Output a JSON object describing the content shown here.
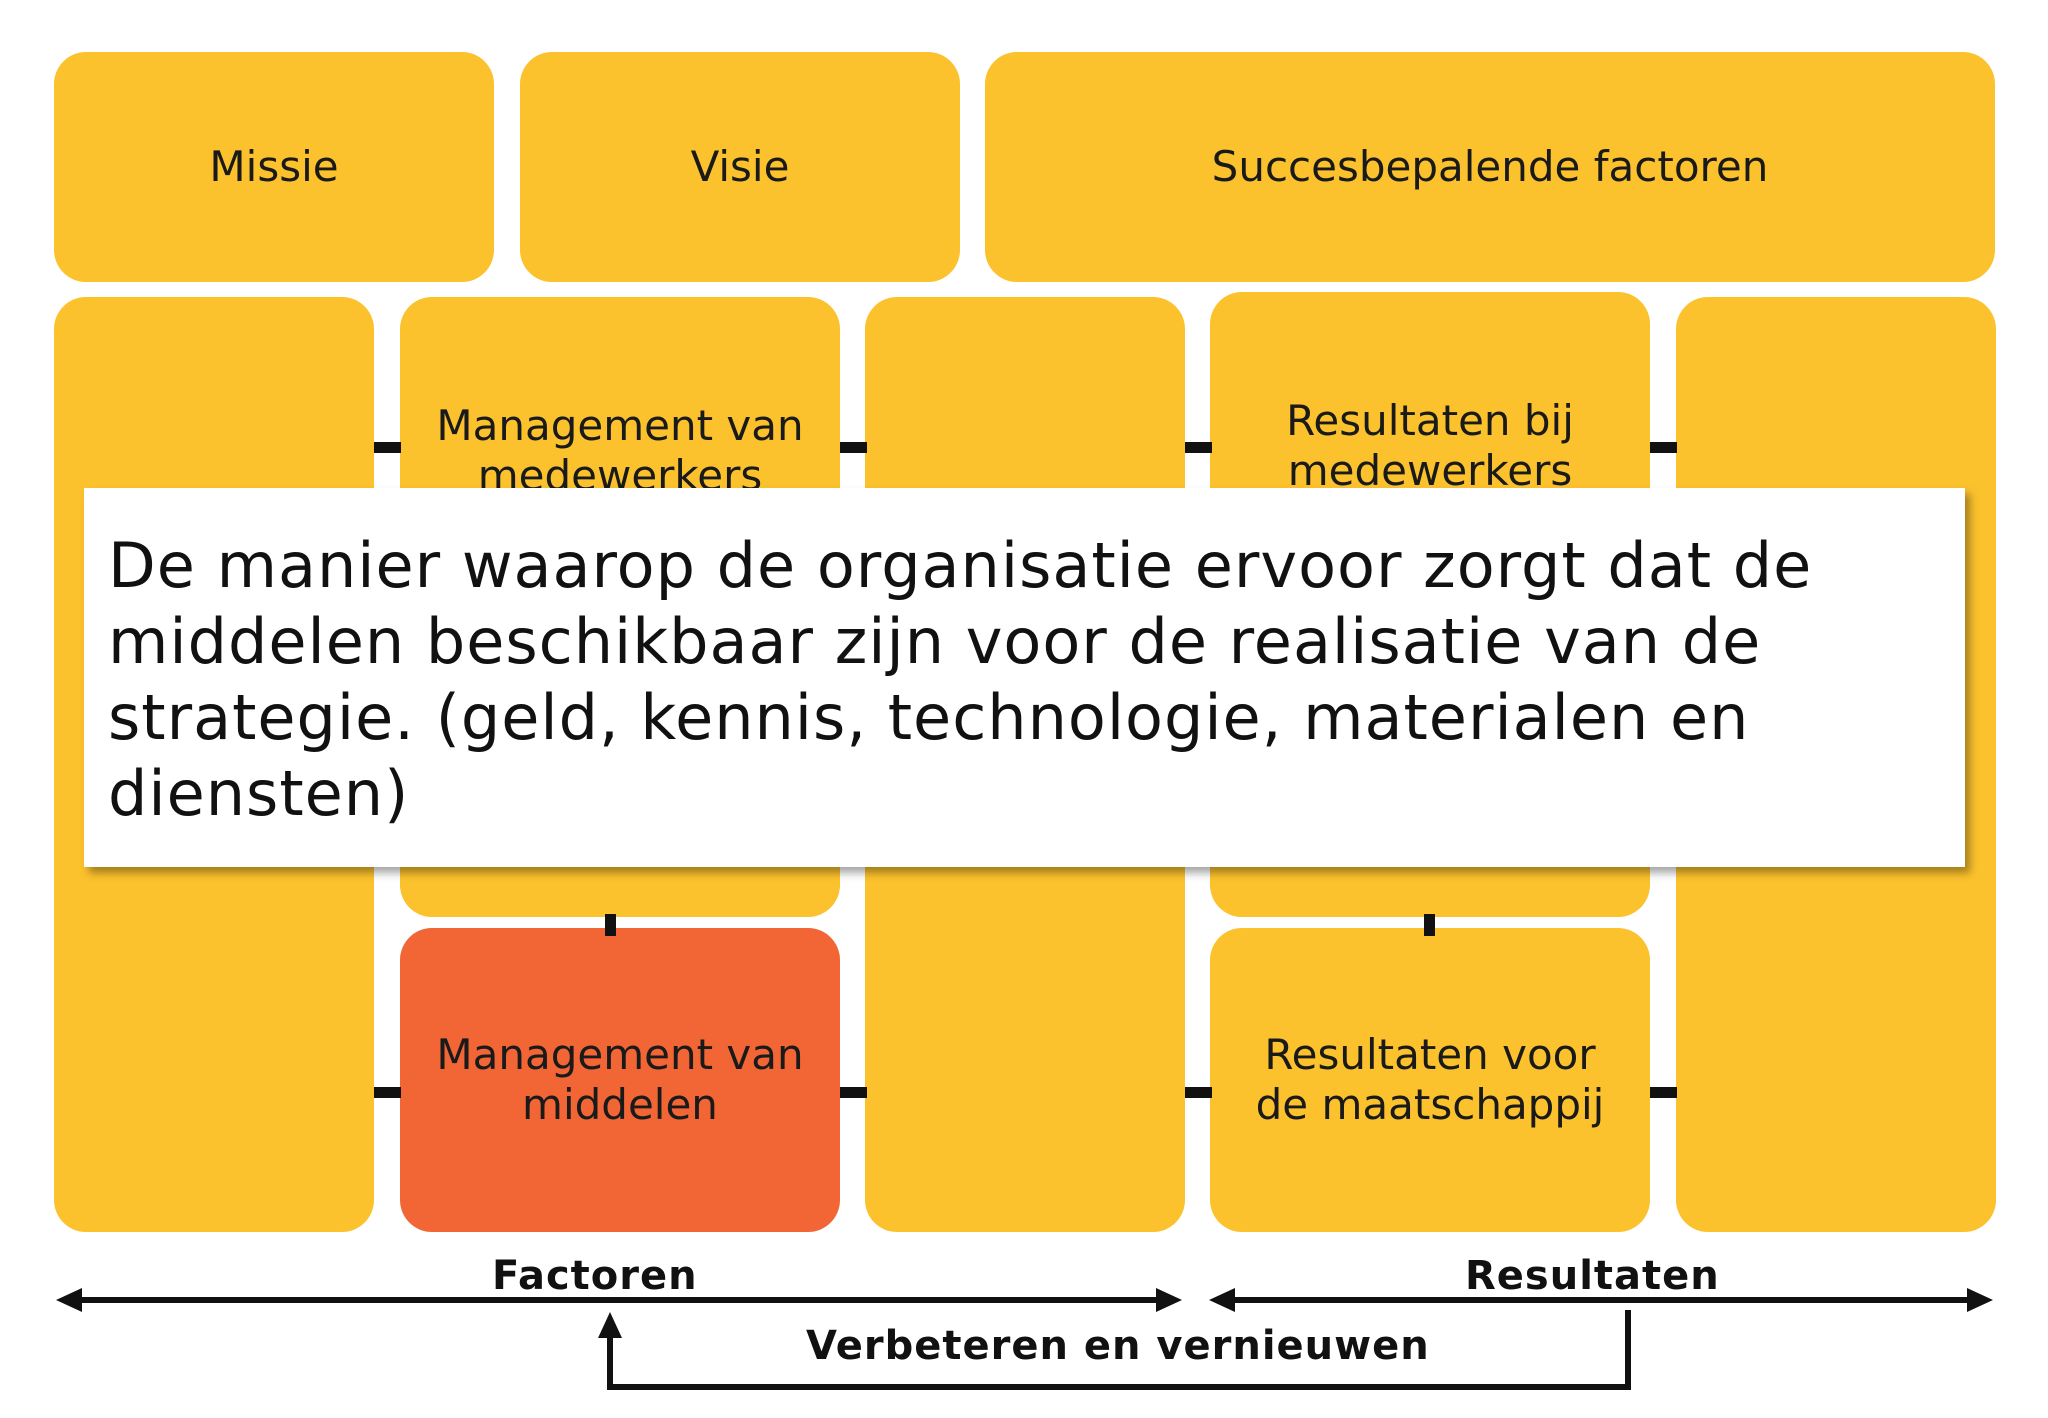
{
  "top_row": {
    "missie": "Missie",
    "visie": "Visie",
    "succesbepalende": "Succesbepalende factoren"
  },
  "factoren": {
    "management_medewerkers": [
      "Management van",
      "medewerkers"
    ],
    "management_middelen": [
      "Management van",
      "middelen"
    ]
  },
  "resultaten": {
    "resultaten_medewerkers": [
      "Resultaten bij",
      "medewerkers"
    ],
    "resultaten_maatschappij": [
      "Resultaten voor",
      "de maatschappij"
    ]
  },
  "overlay": {
    "text": "De manier waarop de organisatie ervoor zorgt dat de middelen beschikbaar zijn voor de realisatie van de strategie. (geld, kennis, technologie, materialen en diensten)"
  },
  "bottom": {
    "factoren_label": "Factoren",
    "resultaten_label": "Resultaten",
    "feedback_label": "Verbeteren en vernieuwen"
  },
  "colors": {
    "box": "#fcc22d",
    "active": "#f26535",
    "line": "#111111"
  }
}
